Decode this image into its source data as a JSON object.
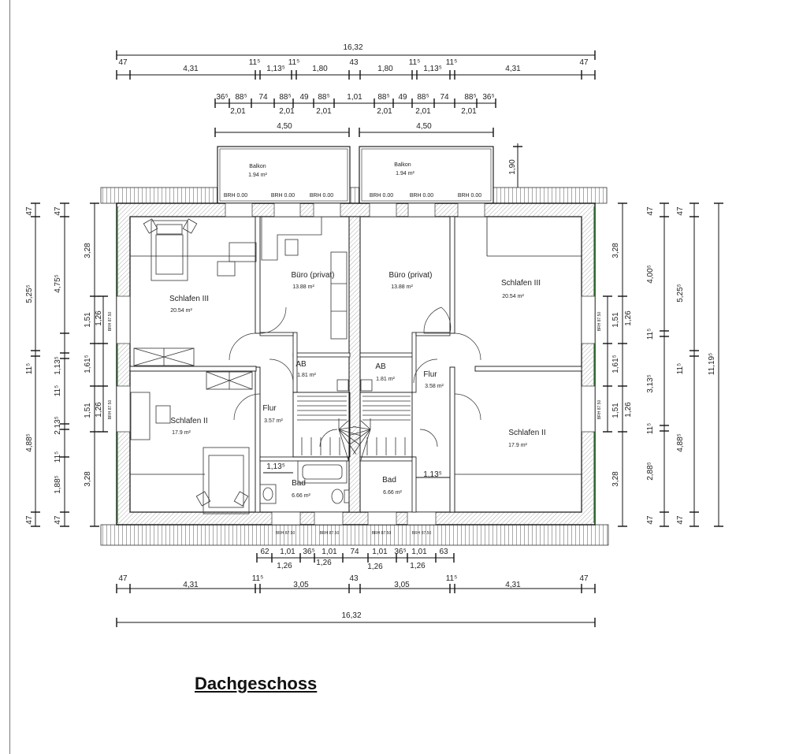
{
  "title": "Dachgeschoss",
  "rooms": {
    "balkon_l": {
      "name": "Balkon",
      "area": "1.94 m²"
    },
    "balkon_r": {
      "name": "Balkon",
      "area": "1.94 m²"
    },
    "schlafen3_l": {
      "name": "Schlafen III",
      "area": "20.54 m²"
    },
    "schlafen3_r": {
      "name": "Schlafen III",
      "area": "20.54 m²"
    },
    "buero_l": {
      "name": "Büro (privat)",
      "area": "13.88 m²"
    },
    "buero_r": {
      "name": "Büro (privat)",
      "area": "13.88 m²"
    },
    "ab_l": {
      "name": "AB",
      "area": "1.81 m²"
    },
    "ab_r": {
      "name": "AB",
      "area": "1.81 m²"
    },
    "flur_l": {
      "name": "Flur",
      "area": "3.57 m²"
    },
    "flur_r": {
      "name": "Flur",
      "area": "3.58 m²"
    },
    "schlafen2_l": {
      "name": "Schlafen II",
      "area": "17.9 m²"
    },
    "schlafen2_r": {
      "name": "Schlafen II",
      "area": "17.9 m²"
    },
    "bad_l": {
      "name": "Bad",
      "area": "6.66 m²"
    },
    "bad_r": {
      "name": "Bad",
      "area": "6.66 m²"
    }
  },
  "brh": {
    "top": "BRH 0.00",
    "bottom": "BRH 87.50",
    "side": "BRH 87.50"
  },
  "dims": {
    "top_total": "16,32",
    "top_row2": [
      "47",
      "4,31",
      "11⁵",
      "1,13⁵",
      "11⁵",
      "1,80",
      "43",
      "1,80",
      "11⁵",
      "1,13⁵",
      "11⁵",
      "4,31",
      "47"
    ],
    "top_row3": [
      "36⁵",
      "88⁵",
      "74",
      "88⁵",
      "49",
      "88⁵",
      "1,01",
      "88⁵",
      "49",
      "88⁵",
      "74",
      "88⁵",
      "36⁵"
    ],
    "top_row4": [
      "2,01",
      "2,01",
      "2,01",
      "2,01",
      "2,01",
      "2,01"
    ],
    "top_row5": [
      "4,50",
      "4,50"
    ],
    "balkon_depth": "1,90",
    "bottom_row1": [
      "62",
      "1,01",
      "36⁵",
      "1,01",
      "74",
      "1,01",
      "36⁵",
      "1,01",
      "63"
    ],
    "bottom_row2": [
      "1,26",
      "1,26",
      "1,26",
      "1,26"
    ],
    "bottom_row3": [
      "47",
      "4,31",
      "11⁵",
      "3,05",
      "43",
      "3,05",
      "11⁵",
      "4,31",
      "47"
    ],
    "bottom_total": "16,32",
    "left_outer": [
      "47",
      "5,25⁵",
      "11⁵",
      "4,88⁵",
      "47"
    ],
    "left_mid": [
      "47",
      "4,75⁵",
      "1,13⁵",
      "11⁵",
      "2,13⁵",
      "11⁵",
      "1,88⁵",
      "47"
    ],
    "left_inner": [
      "3,28",
      "1,51",
      "1,61⁵",
      "1,51",
      "3,28"
    ],
    "left_window": [
      "1,26",
      "1,26"
    ],
    "right_window": [
      "1,26",
      "1,26"
    ],
    "right_inner": [
      "3,28",
      "1,51",
      "1,61⁵",
      "1,51",
      "3,28"
    ],
    "right_mid": [
      "47",
      "4,00⁵",
      "11⁵",
      "3,13⁵",
      "11⁵",
      "2,88⁵",
      "47"
    ],
    "right_outer": [
      "47",
      "5,25⁵",
      "11⁵",
      "4,88⁵",
      "47"
    ],
    "right_total": "11,19⁵",
    "stair_l": "1,13⁵",
    "stair_r": "1,13⁵"
  }
}
